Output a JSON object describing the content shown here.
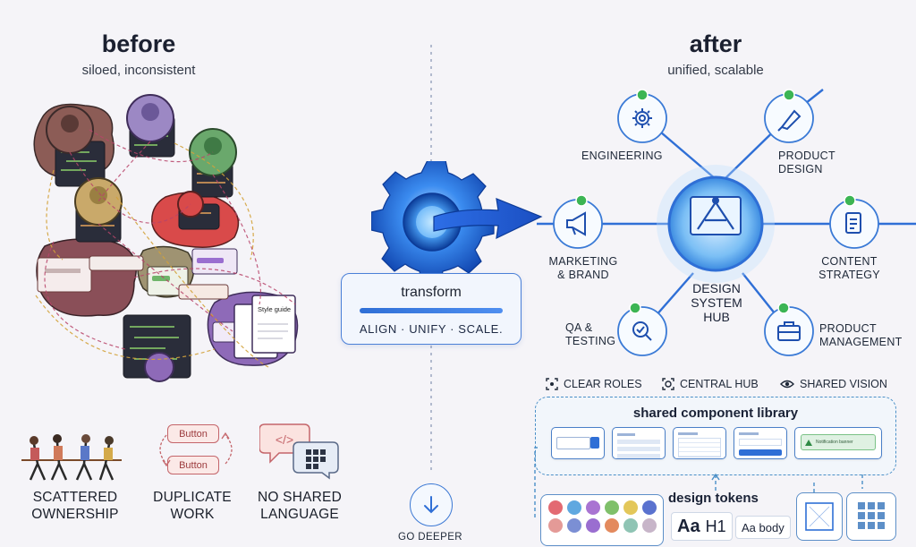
{
  "before": {
    "heading": "before",
    "subheading": "siloed, inconsistent",
    "style_guide_label": "Style guide"
  },
  "after": {
    "heading": "after",
    "subheading": "unified, scalable"
  },
  "transform": {
    "title": "transform",
    "tagline": "ALIGN · UNIFY · SCALE."
  },
  "hub": {
    "label": "DESIGN SYSTEM HUB",
    "nodes": [
      {
        "label": "ENGINEERING",
        "icon": "gear-icon"
      },
      {
        "label": "PRODUCT DESIGN",
        "icon": "pen-nib-icon"
      },
      {
        "label": "MARKETING & BRAND",
        "icon": "megaphone-icon"
      },
      {
        "label": "CONTENT STRATEGY",
        "icon": "document-icon"
      },
      {
        "label": "QA & TESTING",
        "icon": "magnifier-check-icon"
      },
      {
        "label": "PRODUCT MANAGEMENT",
        "icon": "briefcase-icon"
      }
    ]
  },
  "benefits": [
    {
      "label": "CLEAR ROLES",
      "icon": "roles-icon"
    },
    {
      "label": "CENTRAL HUB",
      "icon": "hub-icon"
    },
    {
      "label": "SHARED VISION",
      "icon": "eye-icon"
    }
  ],
  "library": {
    "title": "shared component library",
    "notification_text": "Notification banner"
  },
  "tokens": {
    "title": "design tokens",
    "type_sample_1": "Aa",
    "type_sample_2": "H1",
    "type_sample_3": "Aa body",
    "swatches": [
      "#e36a72",
      "#5fa8e0",
      "#a974d2",
      "#7fc06a",
      "#e3c75a",
      "#5a72cf",
      "#e49a97",
      "#7b8fd4",
      "#9a6ed0",
      "#e38a5e",
      "#8fc4b4",
      "#c7b5c9"
    ]
  },
  "problems": [
    {
      "label": "SCATTERED OWNERSHIP"
    },
    {
      "label": "DUPLICATE WORK"
    },
    {
      "label": "NO SHARED LANGUAGE"
    }
  ],
  "duplicate": {
    "button_1": "Button",
    "button_2": "Button"
  },
  "go_deeper": {
    "label": "GO DEEPER"
  },
  "colors": {
    "accent_blue": "#2f6fd6",
    "status_green": "#3cb554",
    "red_accent": "#c4656a"
  }
}
